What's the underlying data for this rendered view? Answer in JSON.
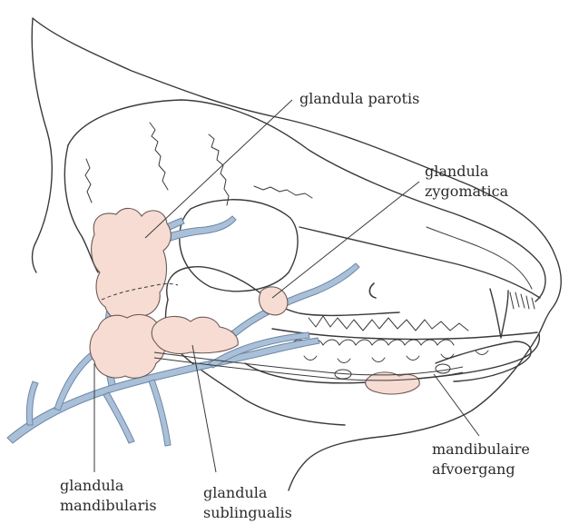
{
  "labels": {
    "parotis": {
      "lines": [
        "glandula parotis"
      ]
    },
    "zygomatica": {
      "lines": [
        "glandula",
        "zygomatica"
      ]
    },
    "mandibularis": {
      "lines": [
        "glandula",
        "mandibularis"
      ]
    },
    "sublingualis": {
      "lines": [
        "glandula",
        "sublingualis"
      ]
    },
    "duct": {
      "lines": [
        "mandibulaire",
        "afvoergang"
      ]
    }
  },
  "colors": {
    "outline": "#3a3a3a",
    "gland_fill": "#f6dcd3",
    "nerve_fill": "#a9c0d8",
    "nerve_stroke": "#6d87a6",
    "label_text": "#2b2b2b",
    "leader_line": "#3a3a3a"
  }
}
